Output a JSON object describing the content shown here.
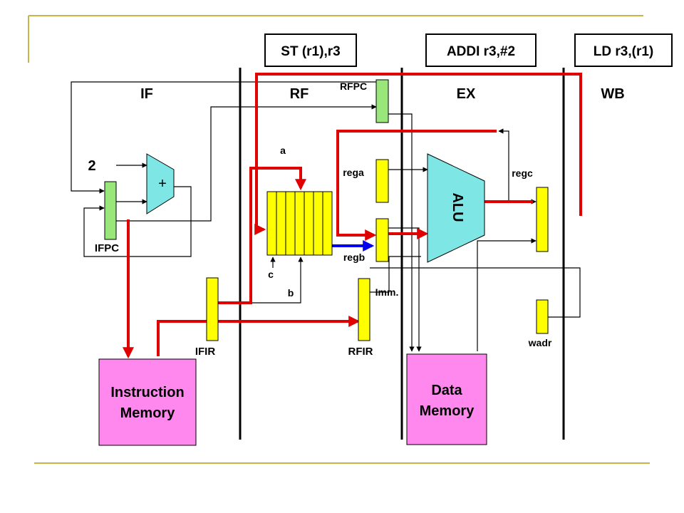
{
  "colors": {
    "frame": "#c8b44a",
    "pipeline_wire": "#e00000",
    "bypass_wire": "#0000ee",
    "wire": "#000000",
    "reg_yellow": "#ffff00",
    "reg_green": "#99e67a",
    "alu": "#7fe6e6",
    "memory": "#ff88ee"
  },
  "instructions": [
    "ST (r1),r3",
    "ADDI r3,#2",
    "LD r3,(r1)"
  ],
  "stages": [
    "IF",
    "RF",
    "EX",
    "WB"
  ],
  "labels": {
    "rfpc": "RFPC",
    "const_two": "2",
    "adder": "+",
    "ifpc": "IFPC",
    "a": "a",
    "rega": "rega",
    "regb": "regb",
    "regc": "regc",
    "alu": "ALU",
    "c": "c",
    "b": "b",
    "imm": "Imm.",
    "ifir": "IFIR",
    "rfir": "RFIR",
    "wadr": "wadr"
  },
  "memories": {
    "instruction": [
      "Instruction",
      "Memory"
    ],
    "data": [
      "Data",
      "Memory"
    ]
  }
}
